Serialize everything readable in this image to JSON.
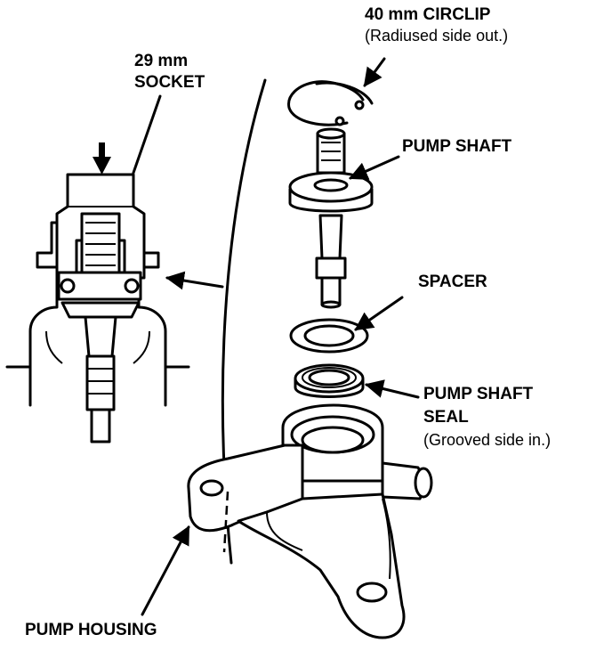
{
  "labels": {
    "circlip": {
      "line1": "40 mm CIRCLIP",
      "line2": "(Radiused side out.)"
    },
    "socket": {
      "line1": "29 mm",
      "line2": "SOCKET"
    },
    "pump_shaft": "PUMP SHAFT",
    "spacer": "SPACER",
    "pump_shaft_seal": {
      "line1": "PUMP SHAFT",
      "line2": "SEAL",
      "line3": "(Grooved side in.)"
    },
    "pump_housing": "PUMP HOUSING"
  },
  "colors": {
    "ink": "#000000",
    "background": "#ffffff"
  }
}
